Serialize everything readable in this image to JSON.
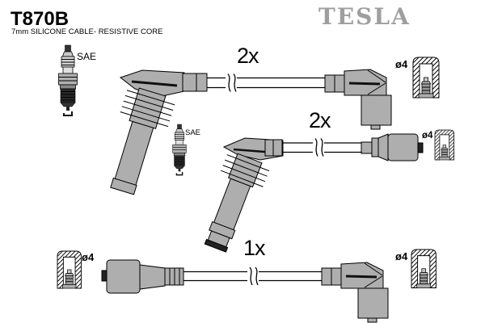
{
  "header": {
    "part_number": "T870B",
    "description": "7mm SILICONE CABLE- RESISTIVE CORE",
    "brand": "TESLA"
  },
  "colors": {
    "boot_gray": "#aeaeae",
    "logo_gray": "#9e9e9e"
  },
  "cables": [
    {
      "quantity": "2x",
      "plug_label": "SAE",
      "terminal_diameter": "ø4"
    },
    {
      "quantity": "2x",
      "plug_label": "SAE",
      "terminal_diameter": "ø4"
    },
    {
      "quantity": "1x",
      "terminal_diameter_left": "ø4",
      "terminal_diameter_right": "ø4"
    }
  ]
}
